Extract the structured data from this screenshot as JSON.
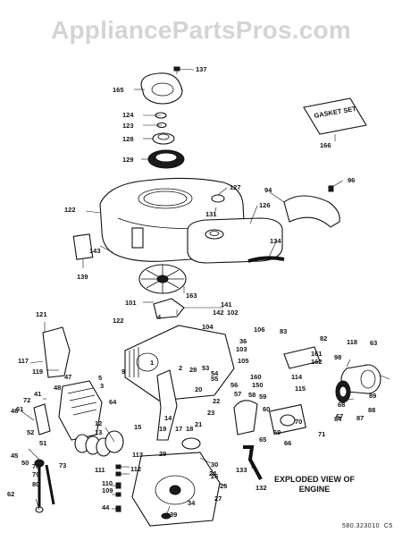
{
  "watermark": "AppliancePartsPros.com",
  "diagram": {
    "caption_line1": "EXPLODED VIEW OF",
    "caption_line2": "ENGINE",
    "doc_number": "580.323010",
    "doc_suffix": "C5",
    "gasket_set_label": "GASKET SET",
    "part_labels": [
      "137",
      "165",
      "124",
      "123",
      "128",
      "129",
      "166",
      "127",
      "96",
      "94",
      "122",
      "131",
      "126",
      "143",
      "134",
      "139",
      "163",
      "101",
      "141",
      "142",
      "122",
      "4",
      "102",
      "121",
      "104",
      "106",
      "83",
      "82",
      "118",
      "63",
      "117",
      "36",
      "103",
      "105",
      "161",
      "162",
      "98",
      "119",
      "1",
      "2",
      "53",
      "55",
      "160",
      "150",
      "114",
      "115",
      "89",
      "41",
      "47",
      "48",
      "3",
      "28",
      "54",
      "56",
      "57",
      "58",
      "59",
      "60",
      "88",
      "87",
      "84",
      "61",
      "9",
      "5",
      "20",
      "23",
      "22",
      "21",
      "18",
      "17",
      "19",
      "14",
      "15",
      "12",
      "13",
      "64",
      "65",
      "66",
      "67",
      "68",
      "69",
      "70",
      "71",
      "72",
      "73",
      "45",
      "46",
      "51",
      "52",
      "50",
      "44",
      "109",
      "110",
      "111",
      "112",
      "113",
      "29",
      "30",
      "24",
      "25",
      "26",
      "27",
      "133",
      "132",
      "34",
      "39",
      "62",
      "80",
      "79",
      "78"
    ]
  }
}
